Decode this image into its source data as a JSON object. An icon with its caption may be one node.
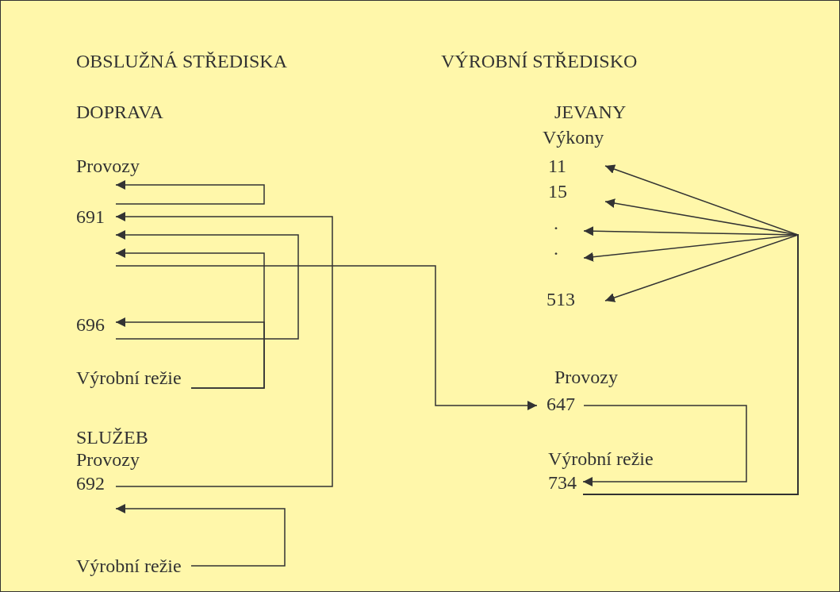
{
  "diagram": {
    "nodes": [
      {
        "text": [
          "Provozy"
        ]
      },
      {
        "text": [
          "691"
        ]
      },
      {
        "text": [
          "696"
        ]
      },
      {
        "text": [
          "Výrobní režie"
        ]
      },
      {
        "text": [
          "Provozy"
        ]
      },
      {
        "text": [
          "692"
        ]
      },
      {
        "text": [
          "Výrobní režie"
        ]
      },
      {
        "text": [
          "11"
        ]
      },
      {
        "text": [
          "15"
        ]
      },
      {
        "text": [
          "."
        ]
      },
      {
        "text": [
          "."
        ]
      },
      {
        "text": [
          "513"
        ]
      },
      {
        "text": [
          "Provozy"
        ]
      },
      {
        "text": [
          "647"
        ]
      },
      {
        "text": [
          "Výrobní režie"
        ]
      },
      {
        "text": [
          "734"
        ]
      }
    ],
    "edges": [
      {
        "from": 1,
        "to": 0,
        "arrow": "to"
      },
      {
        "from": 5,
        "to": 1,
        "arrow": "to"
      },
      {
        "from": 2,
        "to": 1,
        "arrow": "to"
      },
      {
        "from": 3,
        "to": 1,
        "arrow": "to"
      },
      {
        "from": 3,
        "to": 2,
        "arrow": "to"
      },
      {
        "from": 1,
        "to": 13,
        "arrow": "to"
      },
      {
        "from": 6,
        "to": 5,
        "arrow": "to"
      },
      {
        "from": 13,
        "to": 15,
        "arrow": "to"
      },
      {
        "from": 15,
        "to": 7,
        "arrow": "to"
      },
      {
        "from": 15,
        "to": 8,
        "arrow": "to"
      },
      {
        "from": 15,
        "to": 9,
        "arrow": "to"
      },
      {
        "from": 15,
        "to": 10,
        "arrow": "to"
      },
      {
        "from": 15,
        "to": 11,
        "arrow": "to"
      }
    ],
    "labels": [
      "OBSLUŽNÁ STŘEDISKA",
      "VÝROBNÍ STŘEDISKO",
      "DOPRAVA",
      "JEVANY",
      "Výkony",
      "SLUŽEB"
    ]
  }
}
